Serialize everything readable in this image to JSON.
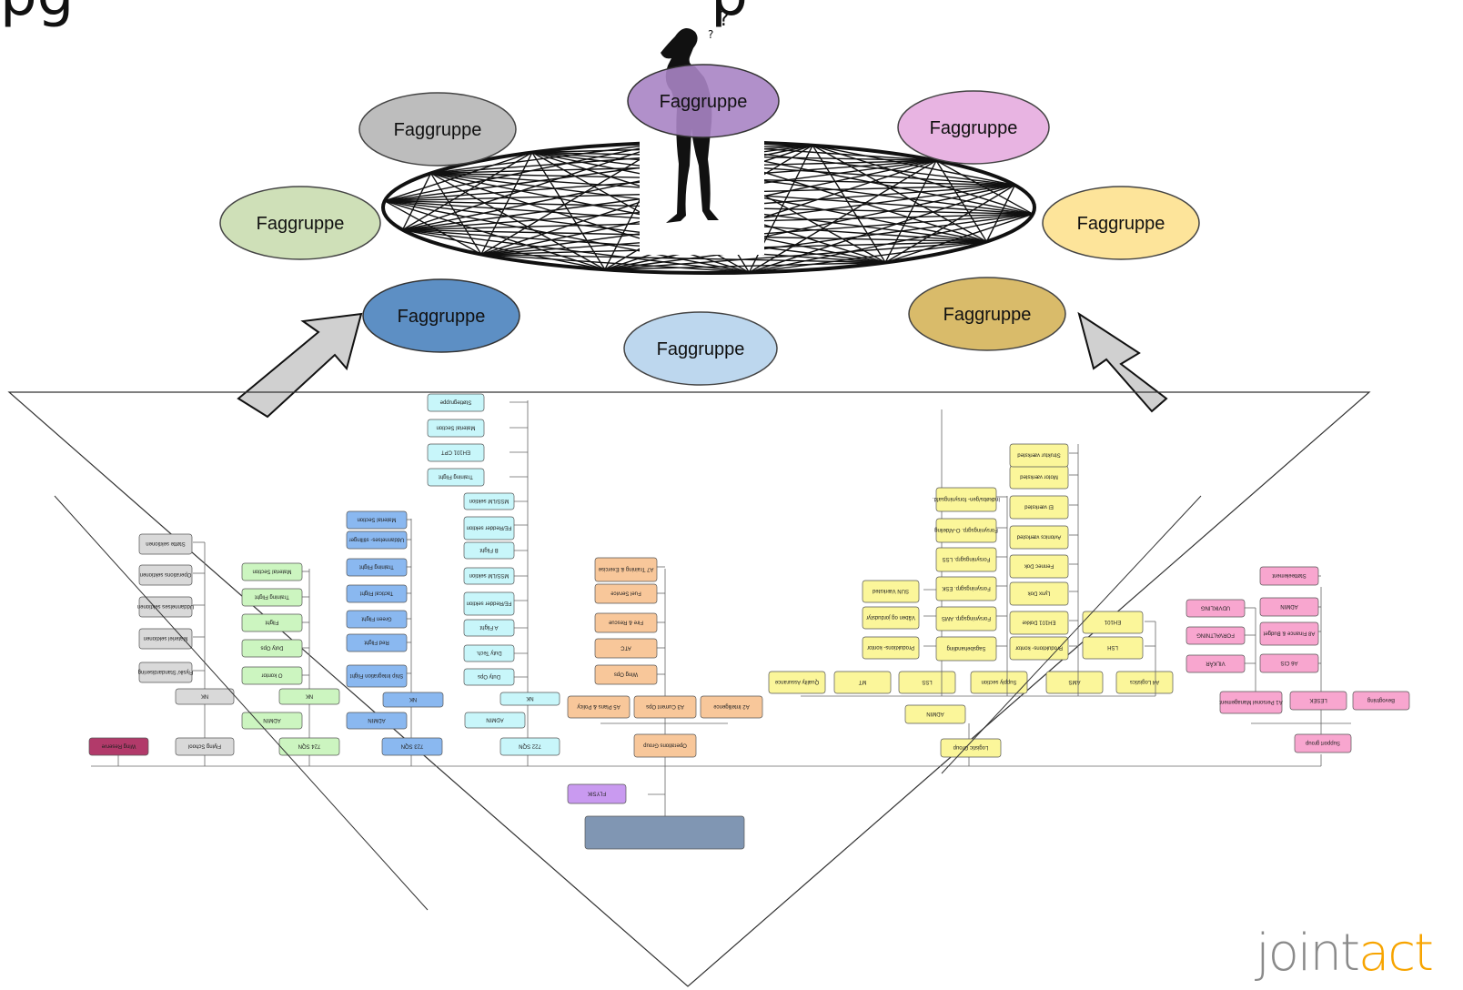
{
  "header": {
    "title_fragment_left": "pg",
    "title_fragment_right": "p"
  },
  "logo": {
    "part1": "joint",
    "part2": "act"
  },
  "faggrupper": [
    {
      "label": "Faggruppe",
      "color": "#a884c4",
      "stroke": "#333333"
    },
    {
      "label": "Faggruppe",
      "color": "#bdbdbd",
      "stroke": "#444444"
    },
    {
      "label": "Faggruppe",
      "color": "#e8b4e2",
      "stroke": "#444444"
    },
    {
      "label": "Faggruppe",
      "color": "#cfe0b8",
      "stroke": "#444444"
    },
    {
      "label": "Faggruppe",
      "color": "#fde49a",
      "stroke": "#444444"
    },
    {
      "label": "Faggruppe",
      "color": "#5d8fc4",
      "stroke": "#333333"
    },
    {
      "label": "Faggruppe",
      "color": "#d9bb6a",
      "stroke": "#444444"
    },
    {
      "label": "Faggruppe",
      "color": "#bdd7ee",
      "stroke": "#444444"
    }
  ],
  "org": {
    "root_box_color": "#8096b3",
    "flysk": {
      "label": "FLYSIK",
      "color": "#c99af0"
    },
    "wing_reserve": {
      "label": "Wing Reserve",
      "color": "#b23a6a"
    },
    "groups": {
      "grey": {
        "color": "#d9d9d9",
        "labels": [
          "Flying School",
          "NK",
          "Flysik/ Standardisering",
          "Materiel sektionen",
          "Uddannelses sektionen",
          "Operations sektionen",
          "Støtte sektionen"
        ]
      },
      "green": {
        "color": "#ccf5c0",
        "labels": [
          "724 SQN",
          "ADMIN",
          "NK",
          "O kontor",
          "Duty Ops",
          "Flight",
          "Training Flight",
          "Material Section"
        ]
      },
      "blue": {
        "color": "#8ab8f0",
        "labels": [
          "723 SQN",
          "ADMIN",
          "NK",
          "Ship Integration Flight",
          "Red Flight",
          "Green Flight",
          "Tactical Flight",
          "Training Flight",
          "Uddannelses- stillinger",
          "Material Section"
        ]
      },
      "cyan": {
        "color": "#c8f6fa",
        "labels": [
          "722 SQN",
          "ADMIN",
          "NK",
          "Duty Ops",
          "Duty Tech.",
          "A Flight",
          "FE/Redder sektion",
          "MSS/LM sektion",
          "B Flight",
          "FE/Redder sektion",
          "MSS/LM sektion",
          "Training Flight",
          "EH101 CPT",
          "Material Section",
          "Støttegruppe"
        ]
      },
      "orange": {
        "color": "#f8c79a",
        "labels": [
          "Operations Group",
          "A5 Plans & Policy",
          "A3 Current Ops",
          "A2 Intelligence",
          "Wing Ops",
          "ATC",
          "Fire & Rescue",
          "Fuel Service",
          "A7 Training & Exercise"
        ]
      },
      "yellow": {
        "color": "#fbf69a",
        "labels": [
          "Logistic Group",
          "ADMIN",
          "Quality Assurance",
          "MT",
          "LSS",
          "Supply section",
          "AMS",
          "A4 Logistics",
          "Produktions- kontor",
          "Våben og jordudstyr",
          "SUN Værksted",
          "Sagsbehandling",
          "Forsyningsgrp. AMS",
          "Forsyningsgrp. ESK",
          "Forsyningsgrp. LSS",
          "Forsyningsgrp. O-Afdeling",
          "Indkøbs/gen- forsyningsafd.",
          "Produktions- kontor",
          "EH101 Dokke",
          "Lynx Dok",
          "Fennec Dok",
          "Avionics værksted",
          "El værksted",
          "Motor værksted",
          "Struktur værksted",
          "LSH",
          "EH101"
        ]
      },
      "pink": {
        "color": "#f8a6cf",
        "labels": [
          "Support group",
          "A1 Personel Management",
          "LESEK",
          "Bevogtning",
          "VILKÅR",
          "FORVALTNING",
          "UDVIKLING",
          "A6 CIS",
          "A8 Finance & Budget",
          "ADMIN",
          "Støtteelement"
        ]
      }
    }
  }
}
